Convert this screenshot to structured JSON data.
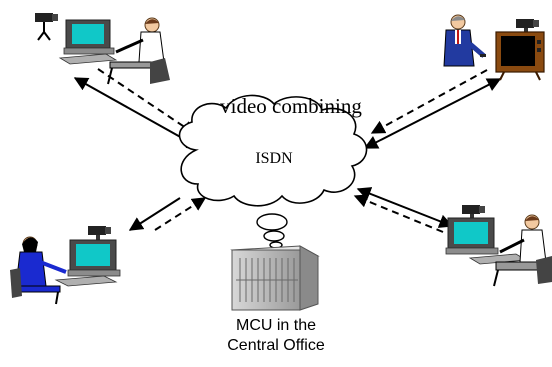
{
  "network_label": "video combining",
  "cloud_label": "ISDN",
  "mcu_caption": {
    "line1": "MCU in the",
    "line2": "Central Office"
  },
  "colors": {
    "screen_cyan": "#10c8c8",
    "shirt_blue": "#1a2ad0",
    "suit_blue": "#223aa0",
    "tv_wood": "#8a4a10",
    "tv_screen": "#000000"
  },
  "participants": [
    {
      "name": "participant-top-left",
      "icon": "desktop-videoconference-station-icon"
    },
    {
      "name": "participant-top-right",
      "icon": "tv-videoconference-viewer-icon"
    },
    {
      "name": "participant-bottom-left",
      "icon": "desktop-videoconference-station-icon"
    },
    {
      "name": "participant-bottom-right",
      "icon": "desktop-videoconference-station-icon"
    }
  ]
}
